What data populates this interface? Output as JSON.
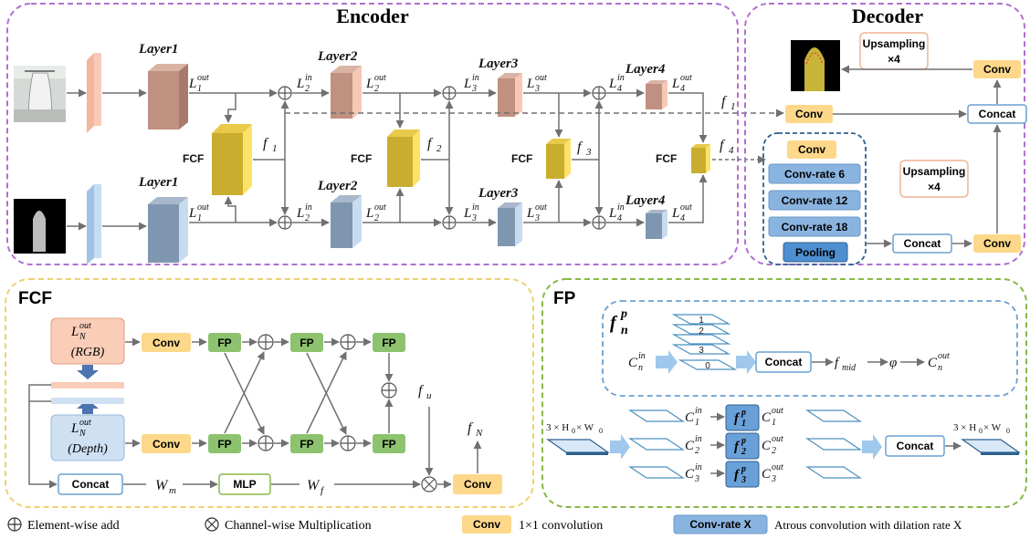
{
  "sections": {
    "encoder": "Encoder",
    "decoder": "Decoder",
    "fcf": "FCF",
    "fp": "FP"
  },
  "layers": {
    "layer1": "Layer1",
    "layer2": "Layer2",
    "layer3": "Layer3",
    "layer4": "Layer4"
  },
  "symbols": {
    "L": "L",
    "out": "out",
    "in": "in",
    "f": "f",
    "sub1": "1",
    "sub2": "2",
    "sub3": "3",
    "sub4": "4",
    "fcf_label": "FCF",
    "N": "N",
    "rgb": "(RGB)",
    "depth": "(Depth)",
    "W": "W",
    "m": "m",
    "u": "u",
    "fmid_sub": "mid",
    "phi": "φ",
    "C": "C",
    "n": "n",
    "p": "p",
    "dims": "3 × H",
    "zero": "0",
    "times_w": " × W"
  },
  "decoder_blocks": {
    "conv": "Conv",
    "concat": "Concat",
    "upsampling": "Upsampling",
    "x4": "×4",
    "conv_rate_6": "Conv-rate 6",
    "conv_rate_12": "Conv-rate 12",
    "conv_rate_18": "Conv-rate 18",
    "pooling": "Pooling"
  },
  "fcf_blocks": {
    "conv": "Conv",
    "fp": "FP",
    "concat": "Concat",
    "mlp": "MLP"
  },
  "fp_blocks": {
    "concat": "Concat",
    "stack_labels": [
      "1",
      "2",
      "3",
      "0"
    ]
  },
  "legend": {
    "add": "Element-wise add",
    "mul": "Channel-wise Multiplication",
    "conv_box": "Conv",
    "conv_desc": "1×1 convolution",
    "atrous_box": "Conv-rate X",
    "atrous_desc": "Atrous convolution with dilation rate X"
  },
  "colors": {
    "encoder_border": "#b070d0",
    "fcf_border": "#f0d070",
    "fp_border": "#88b848",
    "aspp_border": "#2e6090",
    "conv_fill": "#fdd88a",
    "atrous_fill": "#8ab4e0",
    "pooling_fill": "#4d8fd0",
    "fp_fill": "#8dc26f",
    "rgb_feature": "#c89f90",
    "depth_feature": "#7f96b0",
    "fcf_feature": "#f5d650"
  }
}
